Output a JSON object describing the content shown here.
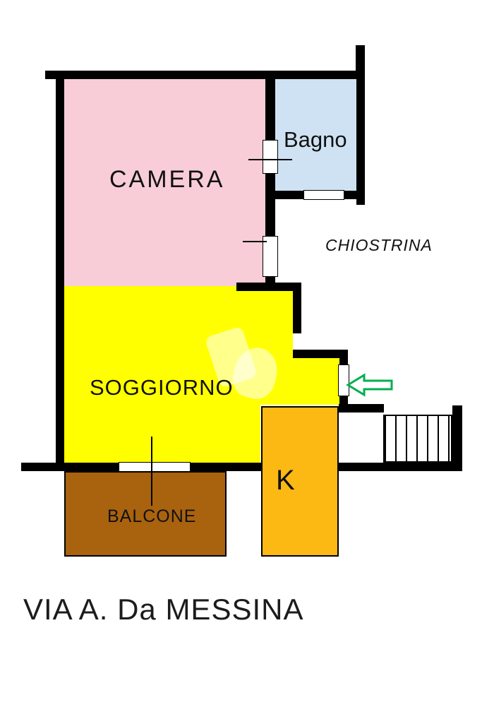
{
  "floor_plan": {
    "street_label": "VIA A. Da MESSINA",
    "rooms": {
      "camera": {
        "label": "CAMERA",
        "fill": "#f8cdd8"
      },
      "bagno": {
        "label": "Bagno",
        "fill": "#cfe2f3"
      },
      "chiostrina": {
        "label": "CHIOSTRINA",
        "fill": "#ffffff"
      },
      "soggiorno": {
        "label": "SOGGIORNO",
        "fill": "#ffff00"
      },
      "kitchen": {
        "label": "K",
        "fill": "#fcb813"
      },
      "balcone": {
        "label": "BALCONE",
        "fill": "#a9620e"
      }
    },
    "colors": {
      "wall": "#000000",
      "entrance_arrow": "#00b050",
      "background": "#ffffff"
    },
    "icons": {
      "entrance_arrow": "left-arrow-icon"
    }
  }
}
